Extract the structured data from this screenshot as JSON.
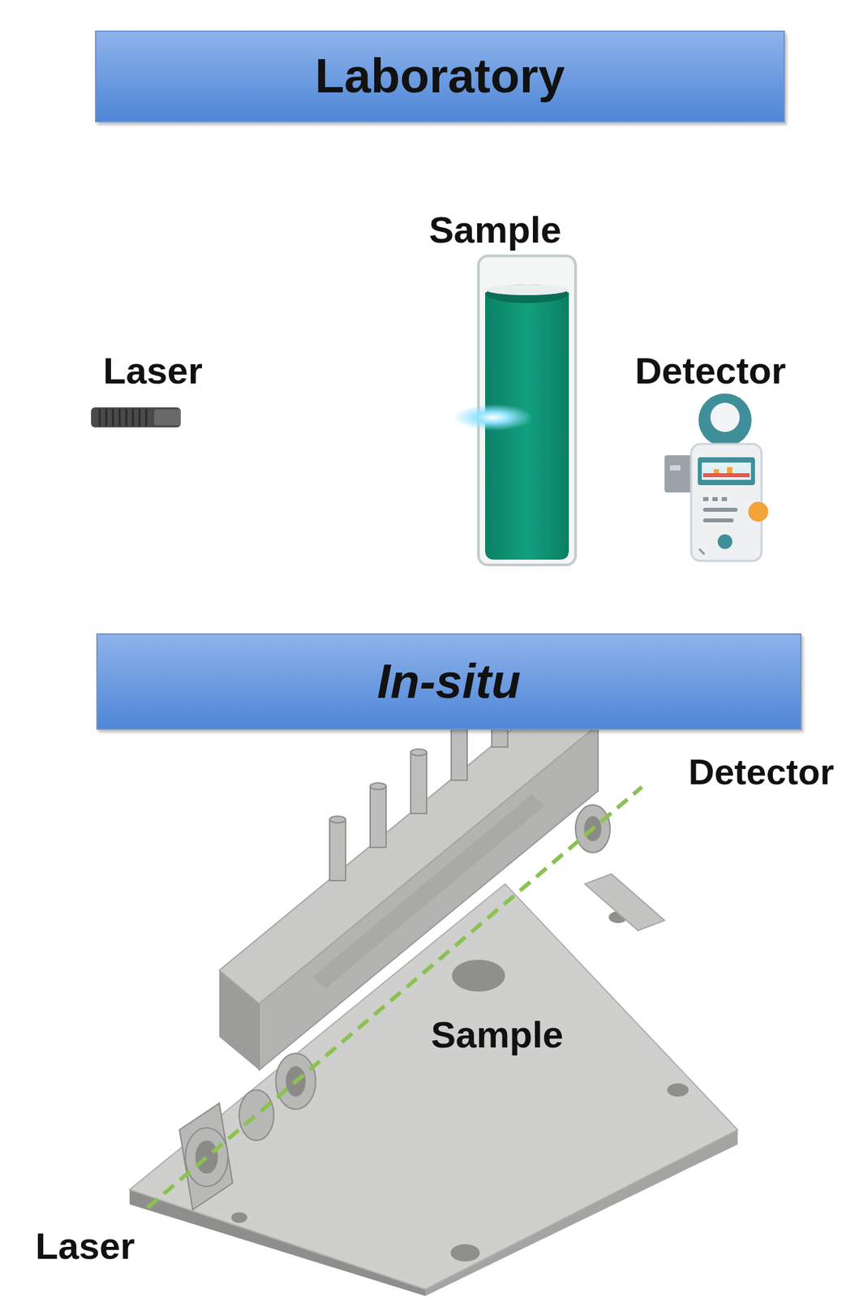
{
  "diagram": {
    "nodes": [
      {
        "text": [
          "Laboratory"
        ]
      },
      {
        "text": [
          "In-situ"
        ]
      }
    ],
    "labels": [
      "Sample",
      "Laser",
      "Detector",
      "Detector",
      "Sample",
      "Laser"
    ]
  }
}
